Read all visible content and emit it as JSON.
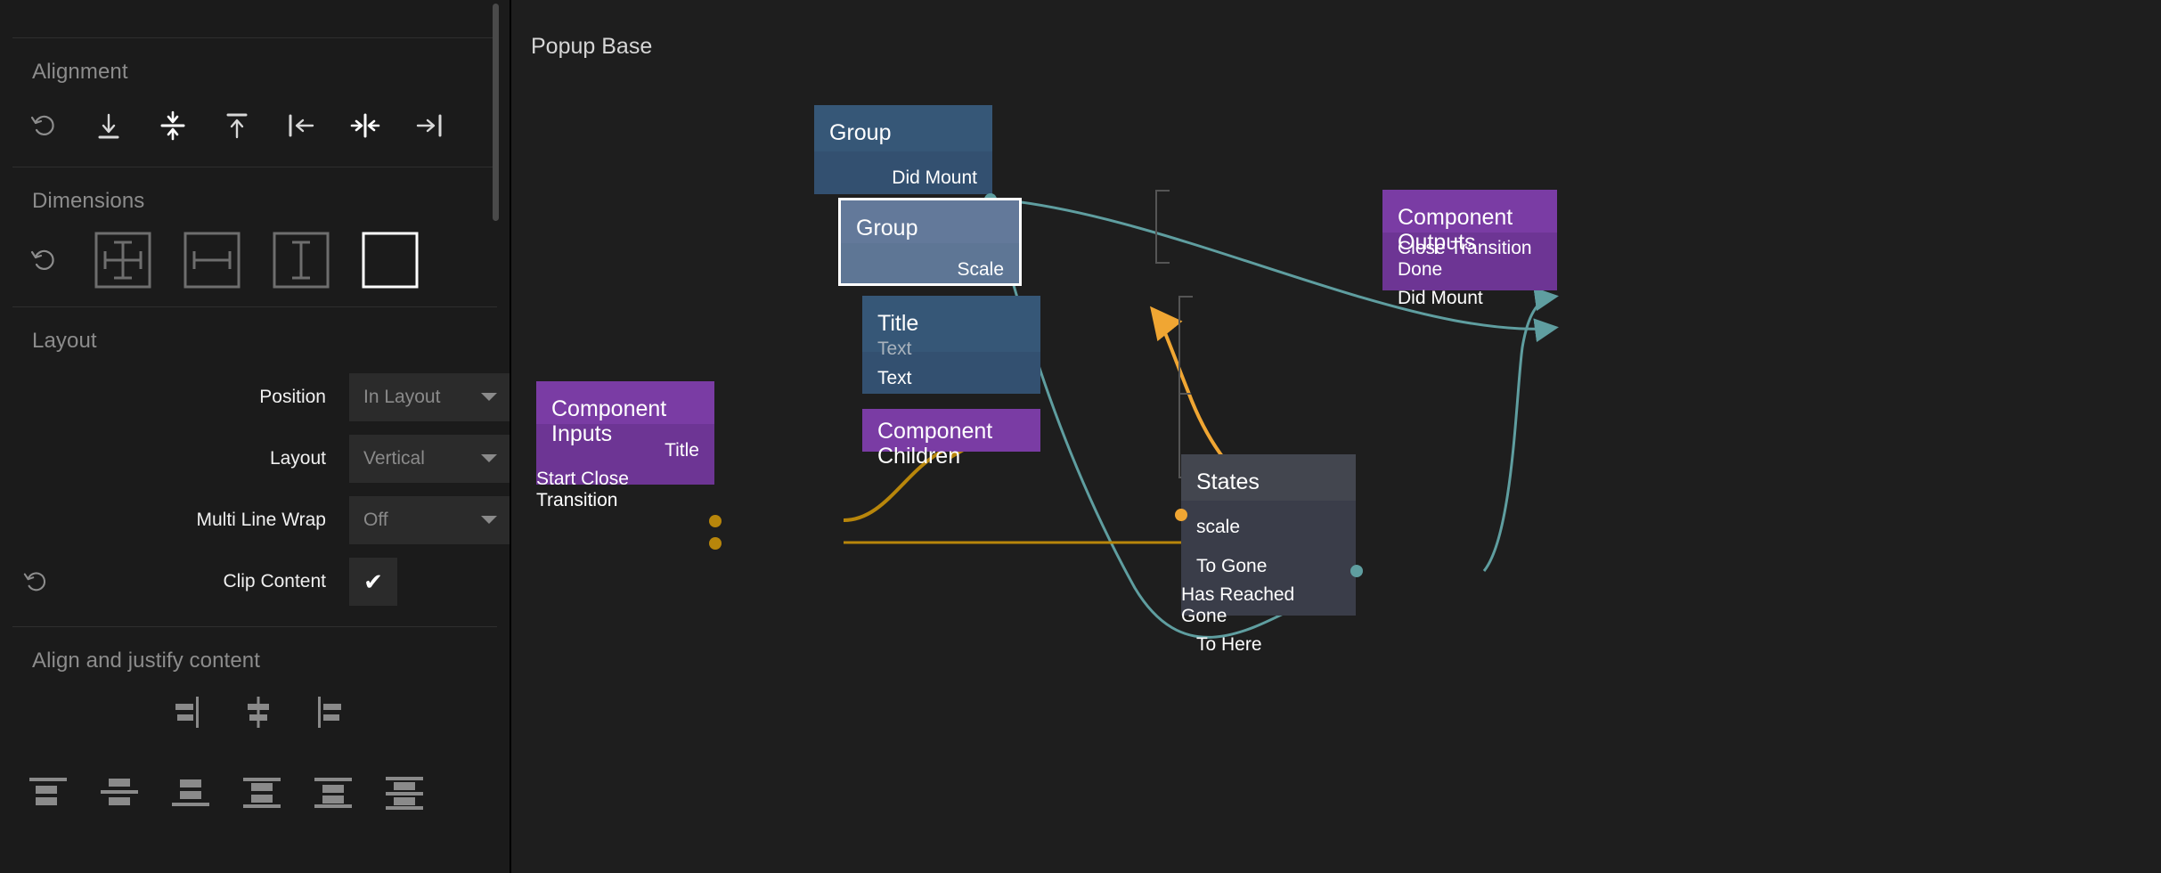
{
  "inspector": {
    "sections": [
      {
        "title": "Alignment"
      },
      {
        "title": "Dimensions"
      },
      {
        "title": "Layout"
      },
      {
        "title": "Align and justify content"
      }
    ],
    "alignment": {
      "title": "Alignment",
      "reset_icon": "reset-icon",
      "icons": [
        "align-bottom-icon",
        "align-vertical-center-icon",
        "align-top-icon",
        "align-left-icon",
        "align-horizontal-center-icon",
        "align-right-icon"
      ]
    },
    "dimensions": {
      "title": "Dimensions",
      "reset_icon": "reset-icon",
      "icons": [
        "size-both-icon",
        "size-width-icon",
        "size-height-icon",
        "size-fixed-icon"
      ],
      "selected_index": 3
    },
    "layout": {
      "title": "Layout",
      "fields": [
        {
          "label": "Position",
          "value": "In Layout",
          "type": "select",
          "has_reset": false
        },
        {
          "label": "Layout",
          "value": "Vertical",
          "type": "select",
          "has_reset": false
        },
        {
          "label": "Multi Line Wrap",
          "value": "Off",
          "type": "select",
          "has_reset": false
        },
        {
          "label": "Clip Content",
          "value": "✔",
          "type": "checkbox",
          "has_reset": true
        }
      ]
    },
    "align_justify": {
      "title": "Align and justify content",
      "row1_icons": [
        "justify-start-icon",
        "justify-center-icon",
        "justify-end-icon"
      ],
      "row2_icons": [
        "align-content-top-icon",
        "align-content-center-icon",
        "align-content-bottom-icon",
        "align-content-space-between-icon",
        "align-content-space-around-icon",
        "align-content-space-evenly-icon"
      ]
    },
    "scrollbar": "vertical-scrollbar"
  },
  "canvas": {
    "title": "Popup Base",
    "colors": {
      "background": "#1e1e1e",
      "node_blue": "#335070",
      "node_blue_selected": "#5e7695",
      "node_purple": "#6d3594",
      "node_gray": "#3a3d49",
      "edge_teal": "#5f9ea0",
      "edge_orange": "#f0a633",
      "edge_gold": "#b8860b",
      "selection_outline": "#ffffff"
    },
    "nodes": [
      {
        "id": "group-outer",
        "title": "Group",
        "kind": "blue",
        "selected": false,
        "outputs": [
          "Did Mount"
        ],
        "inputs": []
      },
      {
        "id": "group-inner",
        "title": "Group",
        "kind": "blue-selected",
        "selected": true,
        "inputs": [
          "Scale"
        ],
        "outputs": []
      },
      {
        "id": "title-text",
        "title": "Title",
        "subtitle": "Text",
        "kind": "blue",
        "selected": false,
        "inputs": [
          "Text"
        ],
        "outputs": []
      },
      {
        "id": "component-children",
        "title": "Component Children",
        "kind": "purple",
        "selected": false,
        "inputs": [],
        "outputs": []
      },
      {
        "id": "component-inputs",
        "title": "Component Inputs",
        "kind": "purple",
        "selected": false,
        "outputs": [
          "Title",
          "Start Close Transition"
        ],
        "inputs": []
      },
      {
        "id": "states",
        "title": "States",
        "kind": "gray",
        "selected": false,
        "inputs": [
          "scale",
          "To Gone",
          "To Here"
        ],
        "outputs": [
          "Has Reached Gone"
        ]
      },
      {
        "id": "component-outputs",
        "title": "Component Outputs",
        "kind": "purple",
        "selected": false,
        "inputs": [
          "Close Transition Done",
          "Did Mount"
        ],
        "outputs": []
      }
    ],
    "edges": [
      {
        "from": "group-outer.Did Mount",
        "to": "component-outputs.Did Mount",
        "color": "teal"
      },
      {
        "from": "group-outer.Did Mount",
        "to": "states.To Here",
        "color": "teal"
      },
      {
        "from": "states.Has Reached Gone",
        "to": "component-outputs.Close Transition Done",
        "color": "teal"
      },
      {
        "from": "states.scale",
        "to": "group-inner.Scale",
        "color": "orange"
      },
      {
        "from": "component-inputs.Title",
        "to": "title-text.Text",
        "color": "gold"
      },
      {
        "from": "component-inputs.Start Close Transition",
        "to": "states.To Gone",
        "color": "gold"
      }
    ]
  }
}
